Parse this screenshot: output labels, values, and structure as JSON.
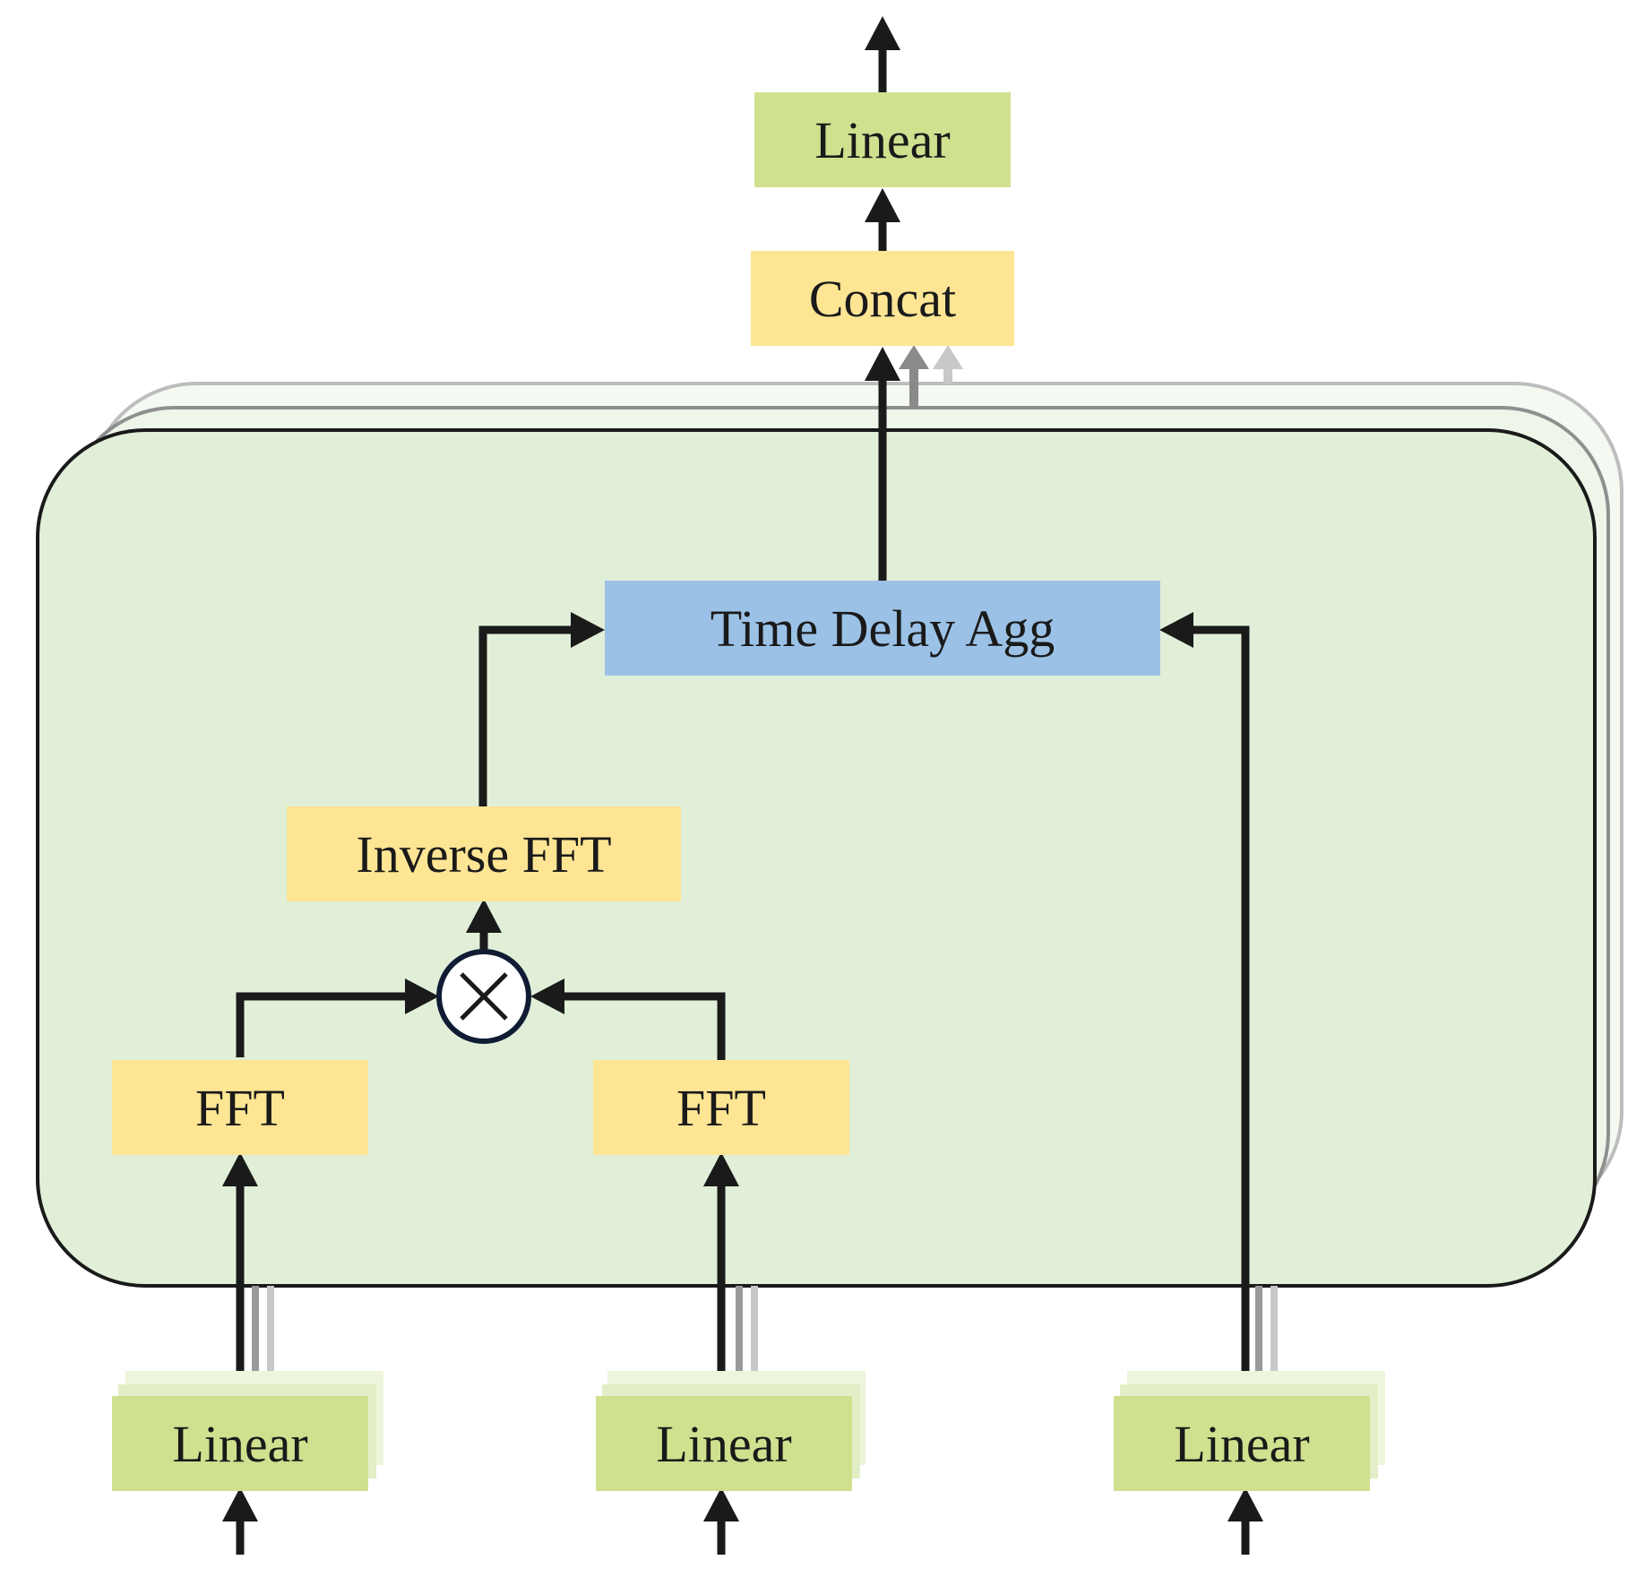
{
  "output": {
    "linear_label": "Linear",
    "concat_label": "Concat"
  },
  "block": {
    "time_delay_label": "Time Delay Agg",
    "inverse_fft_label": "Inverse FFT",
    "fft_left_label": "FFT",
    "fft_right_label": "FFT",
    "multiply_symbol": "×"
  },
  "inputs": {
    "linear_q_label": "Linear",
    "linear_k_label": "Linear",
    "linear_v_label": "Linear"
  },
  "colors": {
    "linear": "#cfe18f",
    "fft": "#fde594",
    "time_delay": "#9bc2e6",
    "block_fill": "#e1efd8",
    "arrow": "#1a1a1a"
  }
}
